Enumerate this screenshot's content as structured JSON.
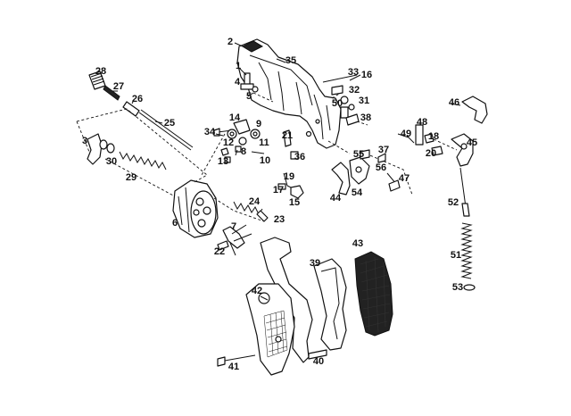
{
  "diagram": {
    "part_numbers": [
      "1",
      "2",
      "3",
      "4",
      "5",
      "6",
      "7",
      "8",
      "9",
      "10",
      "11",
      "12",
      "13",
      "14",
      "15",
      "16",
      "17",
      "18",
      "19",
      "20",
      "21",
      "22",
      "23",
      "24",
      "25",
      "26",
      "27",
      "28",
      "29",
      "30",
      "31",
      "32",
      "33",
      "34",
      "35",
      "36",
      "37",
      "38",
      "39",
      "40",
      "41",
      "42",
      "43",
      "44",
      "45",
      "46",
      "47",
      "48",
      "49",
      "50",
      "51",
      "52",
      "53",
      "54",
      "55",
      "56"
    ]
  }
}
